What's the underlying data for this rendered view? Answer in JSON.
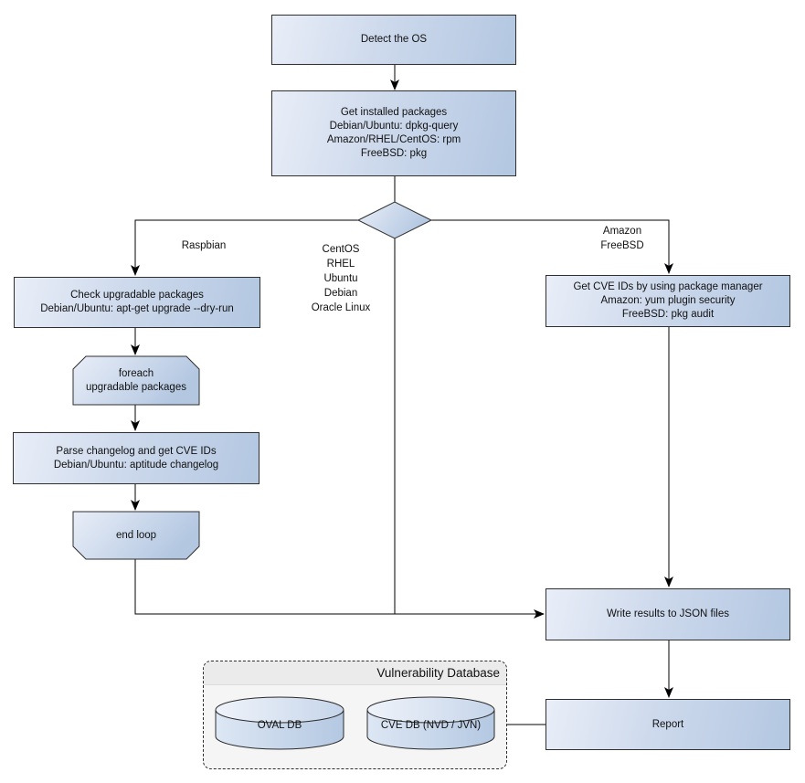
{
  "colors": {
    "node_fill_light": "#e9eef8",
    "node_fill_dark": "#b3c7e1",
    "node_border": "#2f2f2f",
    "connector": "#000000",
    "db_group_fill": "#f5f5f5",
    "db_group_header_fill": "#ebebeb",
    "canvas_background": "#ffffff",
    "text": "#111111"
  },
  "nodes": {
    "detect_os": {
      "lines": [
        "Detect the OS"
      ]
    },
    "get_installed_packages": {
      "lines": [
        "Get installed packages",
        "Debian/Ubuntu: dpkg-query",
        "Amazon/RHEL/CentOS: rpm",
        "FreeBSD: pkg"
      ]
    },
    "check_upgradable_packages": {
      "lines": [
        "Check upgradable packages",
        "Debian/Ubuntu: apt-get upgrade --dry-run"
      ]
    },
    "foreach_loop_start": {
      "lines": [
        "foreach",
        "upgradable packages"
      ]
    },
    "parse_changelog": {
      "lines": [
        "Parse changelog and get CVE IDs",
        "Debian/Ubuntu: aptitude changelog"
      ]
    },
    "end_loop": {
      "lines": [
        "end loop"
      ]
    },
    "get_cve_ids_by_package_manager": {
      "lines": [
        "Get CVE IDs by using package manager",
        "Amazon: yum plugin security",
        "FreeBSD: pkg audit"
      ]
    },
    "write_results_to_json": {
      "lines": [
        "Write results to JSON files"
      ]
    },
    "report": {
      "lines": [
        "Report"
      ]
    }
  },
  "edge_labels": {
    "raspbian": "Raspbian",
    "os_list": [
      "CentOS",
      "RHEL",
      "Ubuntu",
      "Debian",
      "Oracle Linux"
    ],
    "amazon_freebsd": [
      "Amazon",
      "FreeBSD"
    ]
  },
  "db_group": {
    "title": "Vulnerability Database",
    "databases": [
      "OVAL DB",
      "CVE DB (NVD / JVN)"
    ]
  }
}
